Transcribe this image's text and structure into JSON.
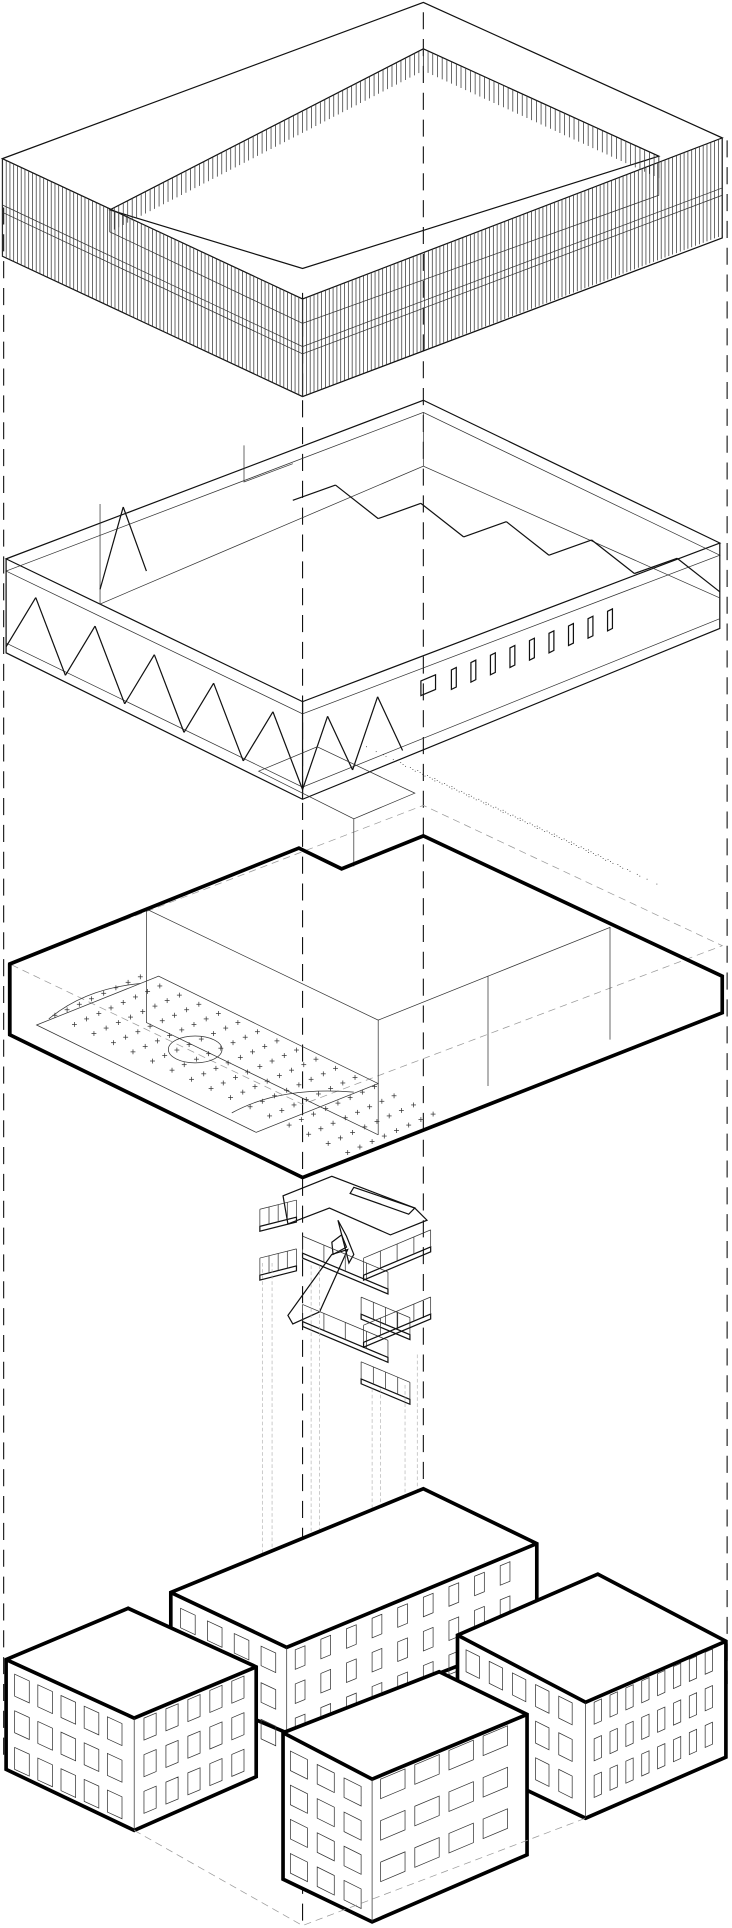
{
  "diagram": {
    "layers": [
      "roof-fence-screen",
      "truss-structure",
      "floor-slab-with-court",
      "stairs-and-bridges",
      "buildings"
    ],
    "colors": {
      "line": "#000000",
      "hatch": "#333333",
      "guide_dash": "#999999",
      "background": "#ffffff"
    }
  }
}
